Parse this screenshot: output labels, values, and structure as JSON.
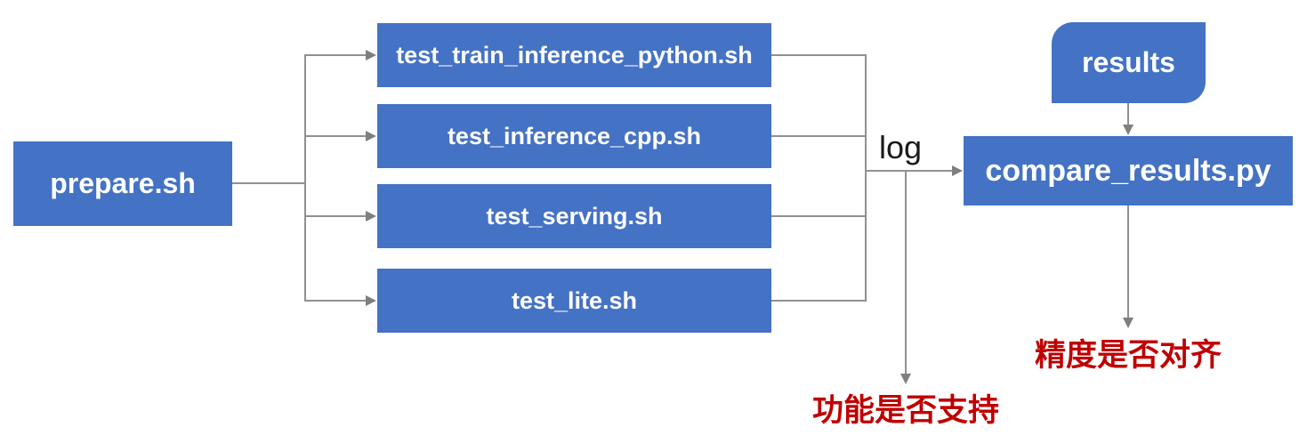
{
  "diagram": {
    "nodes": {
      "prepare": {
        "label": "prepare.sh"
      },
      "tests": [
        {
          "label": "test_train_inference_python.sh"
        },
        {
          "label": "test_inference_cpp.sh"
        },
        {
          "label": "test_serving.sh"
        },
        {
          "label": "test_lite.sh"
        }
      ],
      "results": {
        "label": "results"
      },
      "compare": {
        "label": "compare_results.py"
      }
    },
    "edge_labels": {
      "log": "log"
    },
    "outcomes": {
      "function_support": "功能是否支持",
      "precision_aligned": "精度是否对齐"
    },
    "colors": {
      "node_fill": "#4472c4",
      "node_text": "#ffffff",
      "connector": "#909090",
      "arrowhead": "#7f7f7f",
      "outcome_text": "#c00000",
      "edge_label_text": "#1a1a1a",
      "background": "#ffffff"
    }
  }
}
